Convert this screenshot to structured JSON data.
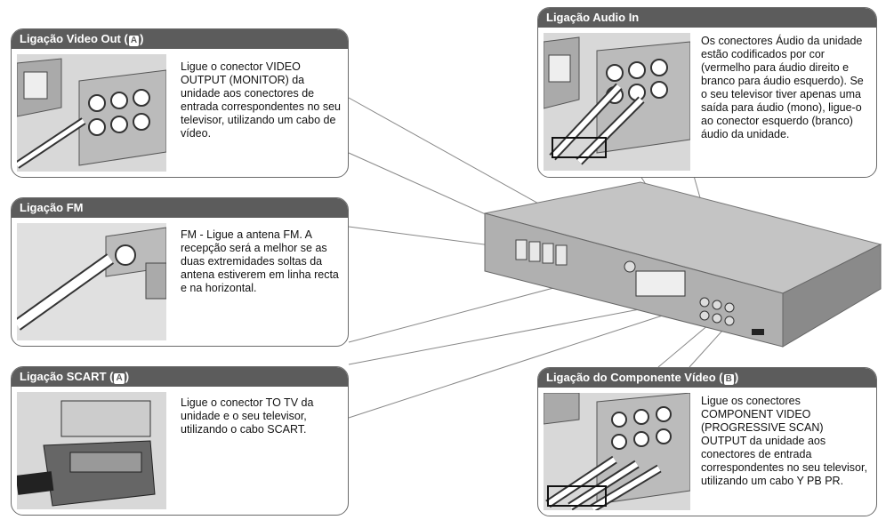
{
  "panels": {
    "video_out": {
      "title": "Ligação Video Out (",
      "badge": "A",
      "title_end": ")",
      "description": "Ligue o conector VIDEO OUTPUT (MONITOR) da unidade aos conectores de entrada correspondentes no seu televisor, utilizando um cabo de vídeo."
    },
    "fm": {
      "title": "Ligação FM",
      "description": "FM - Ligue a antena FM. A recepção será a melhor se as duas extremidades soltas da antena estiverem em linha recta e na horizontal."
    },
    "scart": {
      "title": "Ligação SCART (",
      "badge": "A",
      "title_end": ")",
      "description": "Ligue o conector TO TV da unidade e o seu televisor, utilizando o cabo SCART."
    },
    "audio_in": {
      "title": "Ligação Audio In",
      "description": "Os conectores Áudio da unidade estão codificados por cor (vermelho para áudio direito e branco para áudio esquerdo). Se o seu televisor tiver apenas uma saída para áudio (mono), ligue-o ao conector esquerdo (branco) áudio da unidade."
    },
    "component": {
      "title": "Ligação do Componente Vídeo (",
      "badge": "B",
      "title_end": ")",
      "description": "Ligue os conectores COMPONENT VIDEO (PROGRESSIVE SCAN) OUTPUT da unidade aos conectores de entrada correspondentes no seu televisor, utilizando um cabo Y PB PR."
    }
  }
}
